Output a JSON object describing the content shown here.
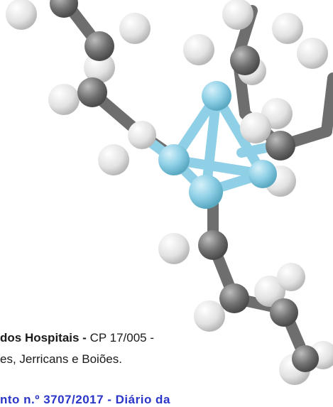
{
  "document": {
    "line1_bold": "dos Hospitais -",
    "line1_rest": " CP 17/005 -",
    "line2": "es, Jerricans e Boiões.",
    "line3": "nto  n.º 3707/2017  -  Diário  da"
  },
  "colors": {
    "carbon": "#7a7a7a",
    "hydrogen": "#e8e8e8",
    "cluster_atom": "#8fd0e6",
    "link_text": "#2a35c8"
  }
}
